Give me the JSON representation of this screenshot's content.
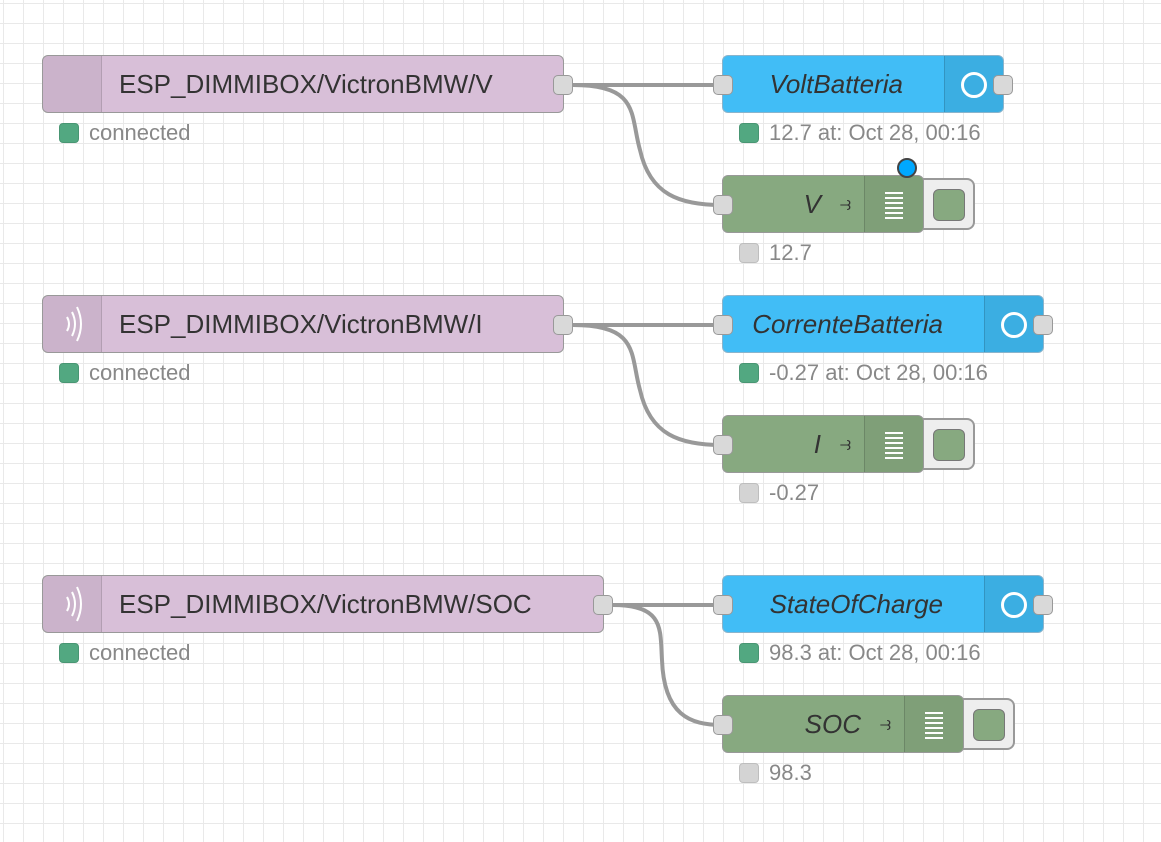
{
  "colors": {
    "mqtt_node": "#d8bfd8",
    "gauge_node": "#41bdf6",
    "debug_node": "#87a980",
    "status_green": "#52a881",
    "status_grey": "#d4d4d4",
    "wire": "#999999",
    "changed_indicator": "#00a8ff"
  },
  "flows": [
    {
      "mqtt": {
        "label": "ESP_DIMMIBOX/VictronBMW/V",
        "icon": "none",
        "status": "connected"
      },
      "gauge": {
        "label": "VoltBatteria",
        "icon": "ring-icon",
        "status": "12.7 at: Oct 28, 00:16"
      },
      "debug": {
        "label": "V",
        "icon": "list-icon",
        "status": "12.7",
        "changed": true
      }
    },
    {
      "mqtt": {
        "label": "ESP_DIMMIBOX/VictronBMW/I",
        "icon": "bridge-icon",
        "status": "connected"
      },
      "gauge": {
        "label": "CorrenteBatteria",
        "icon": "ring-icon",
        "status": "-0.27 at: Oct 28, 00:16"
      },
      "debug": {
        "label": "I",
        "icon": "list-icon",
        "status": "-0.27",
        "changed": false
      }
    },
    {
      "mqtt": {
        "label": "ESP_DIMMIBOX/VictronBMW/SOC",
        "icon": "bridge-icon",
        "status": "connected"
      },
      "gauge": {
        "label": "StateOfCharge",
        "icon": "ring-icon",
        "status": "98.3 at: Oct 28, 00:16"
      },
      "debug": {
        "label": "SOC",
        "icon": "list-icon",
        "status": "98.3",
        "changed": false
      }
    }
  ]
}
